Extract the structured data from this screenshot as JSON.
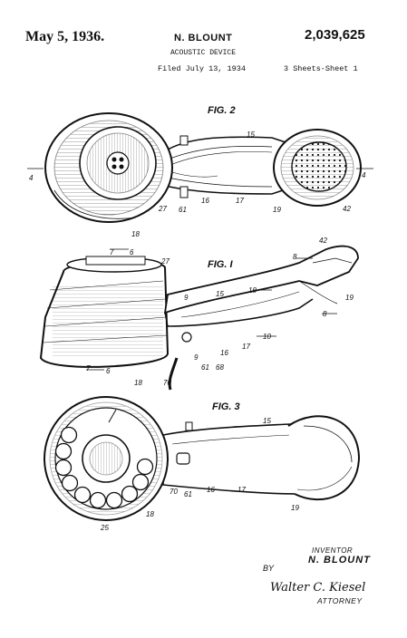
{
  "header": {
    "date": "May 5, 1936.",
    "inventor_name": "N. BLOUNT",
    "patent_number": "2,039,625",
    "title": "ACOUSTIC DEVICE",
    "filed": "Filed July 13, 1934",
    "sheets": "3 Sheets-Sheet 1"
  },
  "figures": {
    "fig2": {
      "label": "FIG. 2",
      "refs": {
        "r15": "15",
        "r4a": "4",
        "r4b": "4",
        "r27": "27",
        "r61": "61",
        "r16": "16",
        "r17": "17",
        "r19": "19",
        "r42": "42",
        "r18": "18"
      }
    },
    "fig1": {
      "label": "FIG. I",
      "refs": {
        "r7a": "7",
        "r6a": "6",
        "r27": "27",
        "r42": "42",
        "r8a": "8",
        "r9a": "9",
        "r15": "15",
        "r10a": "10",
        "r19": "19",
        "r8b": "8",
        "r10b": "10",
        "r16": "16",
        "r17": "17",
        "r9b": "9",
        "r7b": "7",
        "r6b": "6",
        "r61": "61",
        "r68": "68",
        "r18": "18",
        "r70": "70"
      }
    },
    "fig3": {
      "label": "FIG. 3",
      "refs": {
        "r15": "15",
        "r70": "70",
        "r61": "61",
        "r16": "16",
        "r17": "17",
        "r25": "25",
        "r18": "18",
        "r19": "19"
      }
    }
  },
  "signature": {
    "inventor_label": "INVENTOR",
    "inventor_name": "N. BLOUNT",
    "by": "BY",
    "attorney_signature": "Walter C. Kiesel",
    "attorney_label": "ATTORNEY"
  }
}
